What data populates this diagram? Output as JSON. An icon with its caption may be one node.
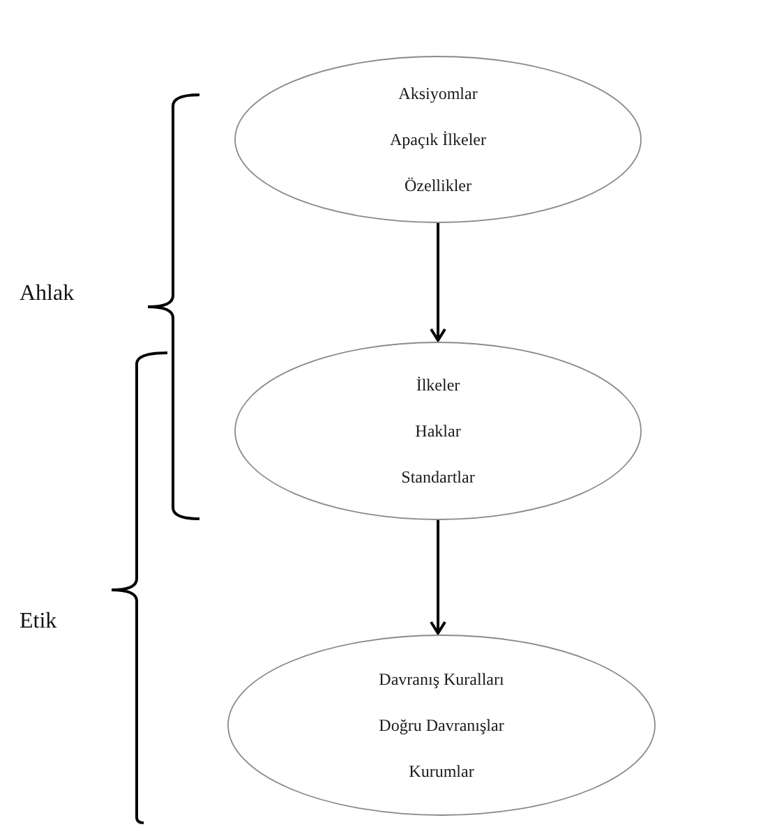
{
  "diagram": {
    "nodes": [
      {
        "text": [
          "Aksiyomlar",
          "Apaçık İlkeler",
          "Özellikler"
        ]
      },
      {
        "text": [
          "İlkeler",
          "Haklar",
          "Standartlar"
        ]
      },
      {
        "text": [
          "Davranış Kuralları",
          "Doğru Davranışlar",
          "Kurumlar"
        ]
      }
    ],
    "edges": [
      {
        "from": 0,
        "to": 1,
        "arrow": "to"
      },
      {
        "from": 1,
        "to": 2,
        "arrow": "to"
      }
    ],
    "labels": [
      "Ahlak",
      "Etik"
    ]
  }
}
